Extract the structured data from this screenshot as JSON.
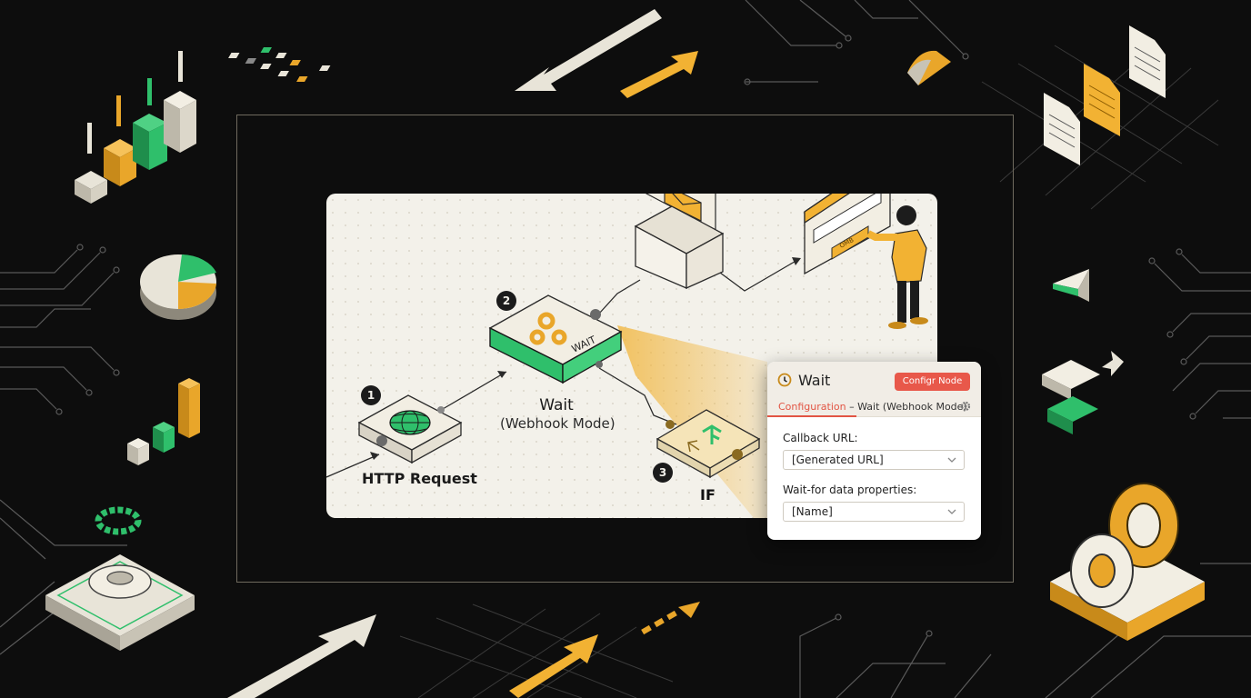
{
  "colors": {
    "background": "#0d0d0d",
    "accent_yellow": "#f2b233",
    "accent_green": "#2fbf6b",
    "canvas": "#f3f1ea",
    "panel_button": "#e8584a"
  },
  "workflow": {
    "nodes": [
      {
        "step": "1",
        "label": "HTTP Request",
        "sublabel": "",
        "icon": "globe-icon"
      },
      {
        "step": "2",
        "label": "Wait",
        "sublabel": "(Webhook Mode)",
        "icon": "webhook-icon",
        "tile_text": "WAIT"
      },
      {
        "step": "3",
        "label": "IF",
        "sublabel": "",
        "icon": "if-branch-icon"
      }
    ],
    "form_button_text": "OMB"
  },
  "panel": {
    "title": "Wait",
    "button_label": "Configr Node",
    "tab_label": "Configuration",
    "tab_suffix": " – Wait (Webhook Mode)",
    "fields": [
      {
        "label": "Callback URL:",
        "value": "[Generated URL]"
      },
      {
        "label": "Wait-for data properties:",
        "value": "[Name]"
      }
    ]
  }
}
